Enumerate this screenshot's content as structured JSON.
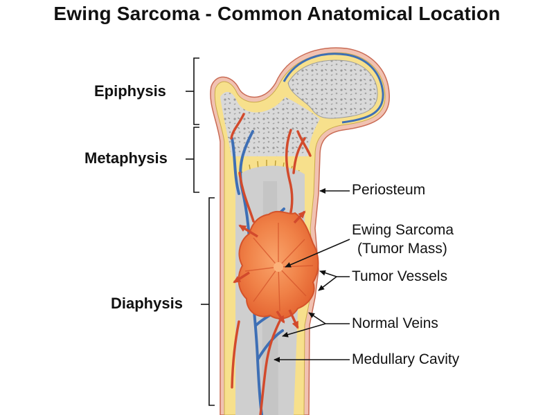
{
  "title": "Ewing Sarcoma - Common Anatomical Location",
  "regions": {
    "epiphysis": "Epiphysis",
    "metaphysis": "Metaphysis",
    "diaphysis": "Diaphysis"
  },
  "annotations": {
    "periosteum": "Periosteum",
    "tumor_line1": "Ewing Sarcoma",
    "tumor_line2": "(Tumor Mass)",
    "tumor_vessels": "Tumor Vessels",
    "normal_veins": "Normal Veins",
    "medullary_cavity": "Medullary Cavity"
  },
  "colors": {
    "cortical_bone": "#f7e08c",
    "spongy_bone": "#d7d8d8",
    "medullary_cavity": "#cfcfcf",
    "periosteum": "#f2c6b5",
    "tumor": "#ee7a45",
    "arteries": "#d24a2c",
    "veins": "#3e6fb5"
  }
}
